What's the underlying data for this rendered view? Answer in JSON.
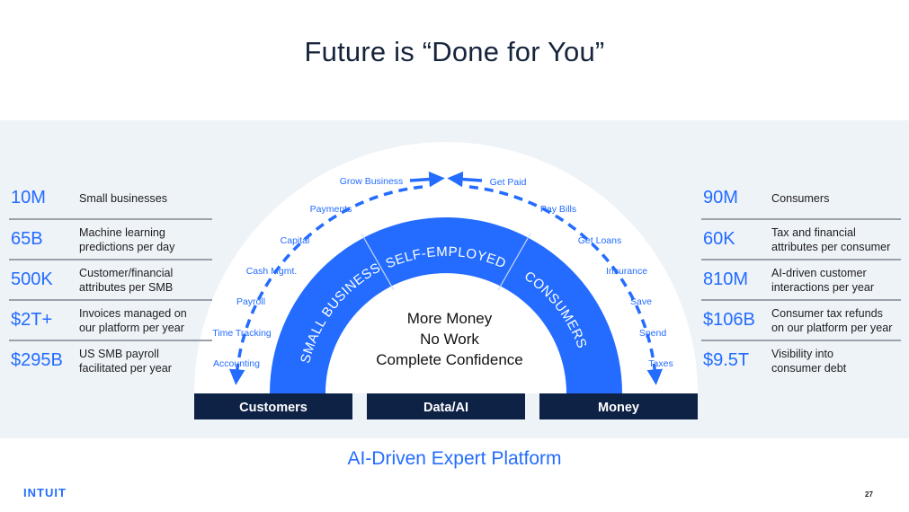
{
  "title": "Future is “Done for You”",
  "left_stats": [
    {
      "value": "10M",
      "label": [
        "Small businesses"
      ]
    },
    {
      "value": "65B",
      "label": [
        "Machine learning",
        "predictions per day"
      ]
    },
    {
      "value": "500K",
      "label": [
        "Customer/financial",
        "attributes per SMB"
      ]
    },
    {
      "value": "$2T+",
      "label": [
        "Invoices managed on",
        "our platform per year"
      ]
    },
    {
      "value": "$295B",
      "label": [
        "US SMB payroll",
        "facilitated per year"
      ]
    }
  ],
  "right_stats": [
    {
      "value": "90M",
      "label": [
        "Consumers"
      ]
    },
    {
      "value": "60K",
      "label": [
        "Tax and financial",
        "attributes per consumer"
      ]
    },
    {
      "value": "810M",
      "label": [
        "AI-driven customer",
        "interactions per year"
      ]
    },
    {
      "value": "$106B",
      "label": [
        "Consumer tax refunds",
        "on our platform per year"
      ]
    },
    {
      "value": "$9.5T",
      "label": [
        "Visibility into",
        "consumer debt"
      ]
    }
  ],
  "outer_left": [
    "Accounting",
    "Time Tracking",
    "Payroll",
    "Cash Mgmt.",
    "Capital",
    "Payments",
    "Grow Business"
  ],
  "outer_right": [
    "Get Paid",
    "Pay Bills",
    "Get Loans",
    "Insurance",
    "Save",
    "Spend",
    "Taxes"
  ],
  "segments": [
    "SMALL BUSINESS",
    "SELF-EMPLOYED",
    "CONSUMERS"
  ],
  "center_lines": [
    "More Money",
    "No Work",
    "Complete Confidence"
  ],
  "pillars": [
    "Customers",
    "Data/AI",
    "Money"
  ],
  "platform_label": "AI-Driven Expert Platform",
  "logo_text": "INTUIT",
  "page_number": "27",
  "colors": {
    "accent": "#236cff",
    "navy": "#0e2246",
    "background_band": "#eef3f8"
  }
}
